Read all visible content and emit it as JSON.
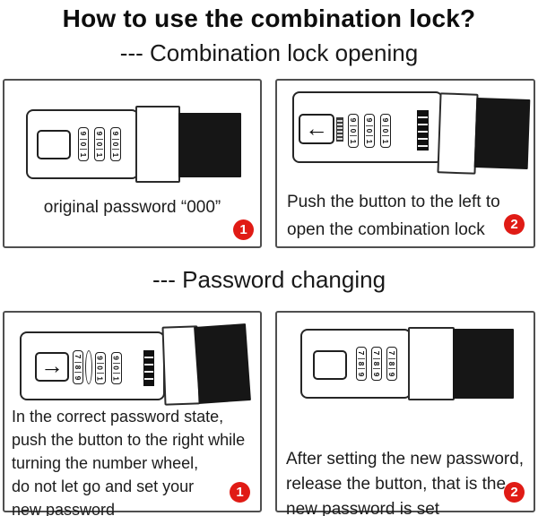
{
  "title": "How to use the combination lock?",
  "sections": {
    "opening": "--- Combination lock opening",
    "changing": "--- Password changing"
  },
  "colors": {
    "badge_red": "#e01b15",
    "panel_border": "#4f4f4f",
    "ink": "#1c1c1c",
    "strap_black": "#161616"
  },
  "icons": {
    "arrow_left": "←",
    "arrow_right": "→"
  },
  "wheel_digits": {
    "original": [
      "9",
      "0",
      "1"
    ],
    "new": [
      "7",
      "8",
      "9"
    ]
  },
  "panels": {
    "open1": {
      "badge": "1",
      "caption": "original password “000”"
    },
    "open2": {
      "badge": "2",
      "lines": [
        "Push the button to the left to",
        "open the combination lock"
      ]
    },
    "change1": {
      "badge": "1",
      "lines": [
        "In the correct password state,",
        "push the button to the right while",
        "turning the number wheel,",
        "do not let go and set your",
        "new password"
      ]
    },
    "change2": {
      "badge": "2",
      "lines": [
        "After setting the new password,",
        "release the button, that is the",
        "new password is set"
      ]
    }
  }
}
